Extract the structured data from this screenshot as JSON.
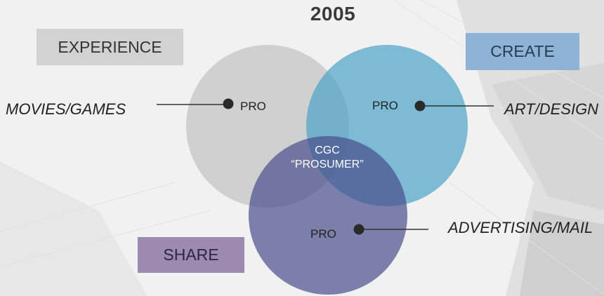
{
  "title": "2005",
  "categories": {
    "experience": "EXPERIENCE",
    "create": "CREATE",
    "share": "SHARE"
  },
  "domains": {
    "movies": "MOVIES/GAMES",
    "art": "ART/DESIGN",
    "advertising": "ADVERTISING/MAIL"
  },
  "pro_label": "PRO",
  "center": {
    "line1": "CGC",
    "line2": "“PROSUMER”"
  },
  "colors": {
    "experience_circle": "#c8c8c8",
    "create_circle": "#4ba3c7",
    "share_circle": "#4a4f8a",
    "experience_box": "#d2d2d2",
    "create_box": "#8fb3d6",
    "share_box": "#9c8ab0"
  }
}
